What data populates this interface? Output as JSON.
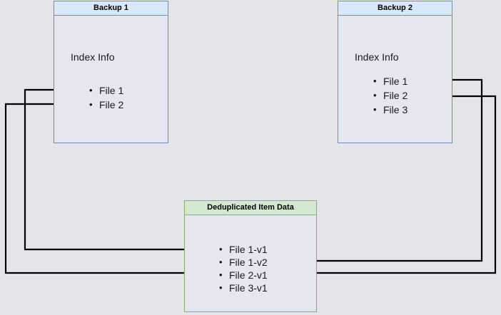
{
  "diagram": {
    "title_backup1": "Backup 1",
    "title_backup2": "Backup 2",
    "title_dedup": "Deduplicated Item Data",
    "index_label": "Index Info",
    "backup1_files": [
      "File 1",
      "File 2"
    ],
    "backup2_files": [
      "File 1",
      "File 2",
      "File 3"
    ],
    "dedup_items": [
      "File 1-v1",
      "File 1-v2",
      "File 2-v1",
      "File 3-v1"
    ],
    "colors": {
      "page_background": "#e5e4e9",
      "box_fill": "#e6e6f0",
      "blue_header_fill": "#dae8fc",
      "blue_border": "#6c8ebf",
      "green_header_fill": "#d5e8d4",
      "green_border": "#82b366",
      "connector": "#000000"
    }
  }
}
